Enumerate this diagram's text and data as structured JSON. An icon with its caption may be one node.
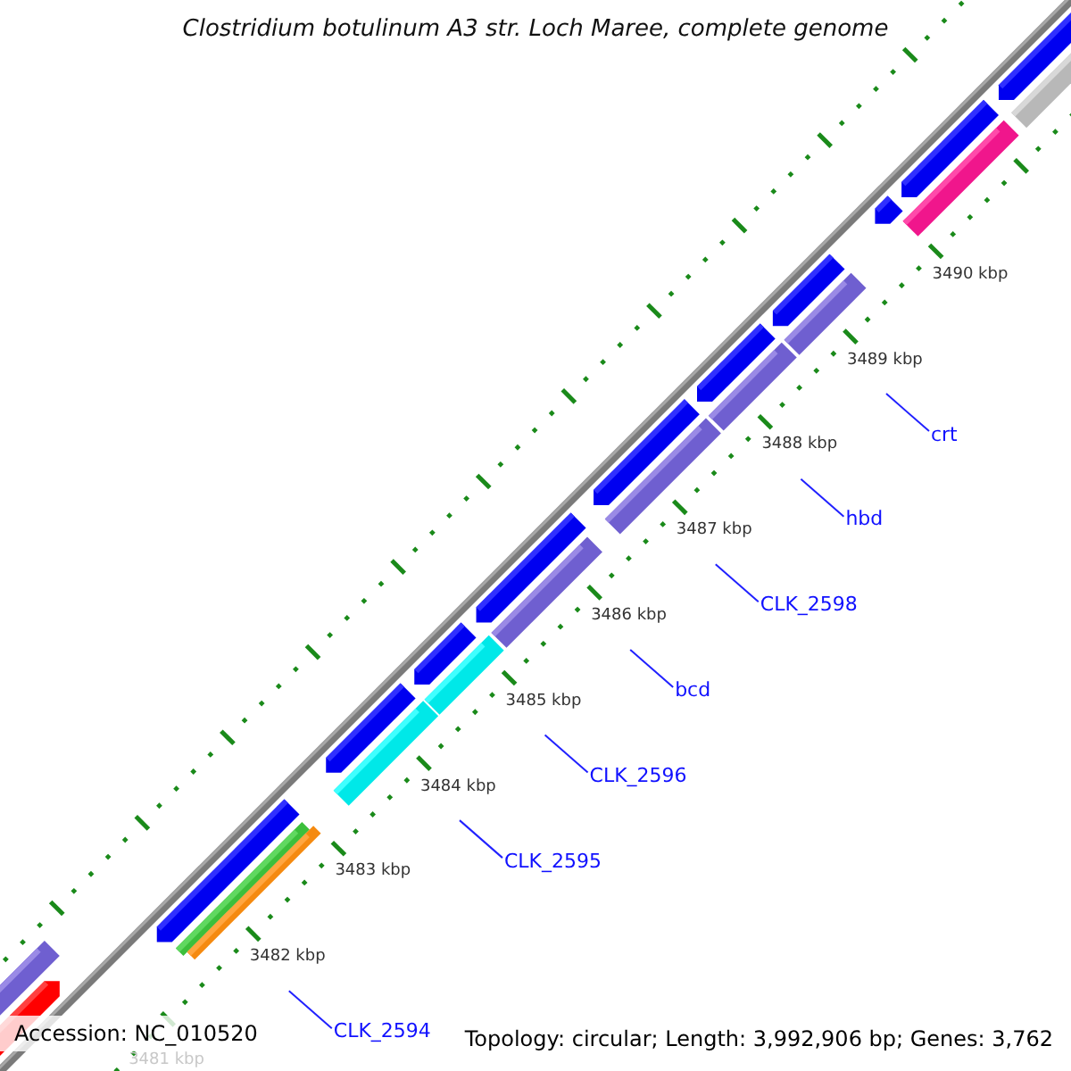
{
  "diagram": {
    "title": "Clostridium botulinum A3 str. Loch Maree, complete genome",
    "nodes": [
      {
        "text": [
          "CLK_2594"
        ]
      },
      {
        "text": [
          "CLK_2595"
        ]
      },
      {
        "text": [
          "CLK_2596"
        ]
      },
      {
        "text": [
          "bcd"
        ]
      },
      {
        "text": [
          "CLK_2598"
        ]
      },
      {
        "text": [
          "hbd"
        ]
      },
      {
        "text": [
          "crt"
        ]
      }
    ],
    "edges": [
      {
        "from": 0,
        "to": null,
        "arrow": "none"
      },
      {
        "from": 1,
        "to": null,
        "arrow": "none"
      },
      {
        "from": 2,
        "to": null,
        "arrow": "none"
      },
      {
        "from": 3,
        "to": null,
        "arrow": "none"
      },
      {
        "from": 4,
        "to": null,
        "arrow": "none"
      },
      {
        "from": 5,
        "to": null,
        "arrow": "none"
      },
      {
        "from": 6,
        "to": null,
        "arrow": "none"
      }
    ],
    "labels": [
      "3490 kbp",
      "3489 kbp",
      "3488 kbp",
      "3487 kbp",
      "3486 kbp",
      "3485 kbp",
      "3484 kbp",
      "3483 kbp",
      "3482 kbp",
      "3481 kbp",
      "Accession: NC_010520",
      "Topology: circular; Length: 3,992,906 bp; Genes: 3,762"
    ]
  }
}
